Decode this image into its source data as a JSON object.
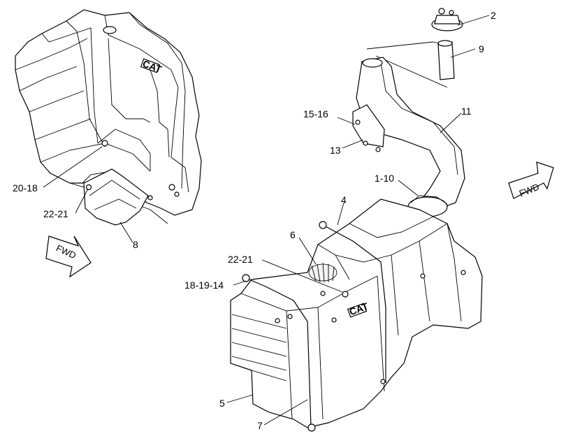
{
  "labels": {
    "l2": "2",
    "l9": "9",
    "l11": "11",
    "l15_16": "15-16",
    "l13": "13",
    "l1_10": "1-10",
    "l4": "4",
    "l6": "6",
    "l22_21_right": "22-21",
    "l18_19_14": "18-19-14",
    "l5": "5",
    "l7": "7",
    "l20_18": "20-18",
    "l22_21_left": "22-21",
    "l8": "8"
  },
  "arrows": {
    "fwd_right": "FWD",
    "fwd_left": "FWD"
  },
  "logos": {
    "cat_upper": "CAT",
    "cat_lower": "CAT"
  }
}
